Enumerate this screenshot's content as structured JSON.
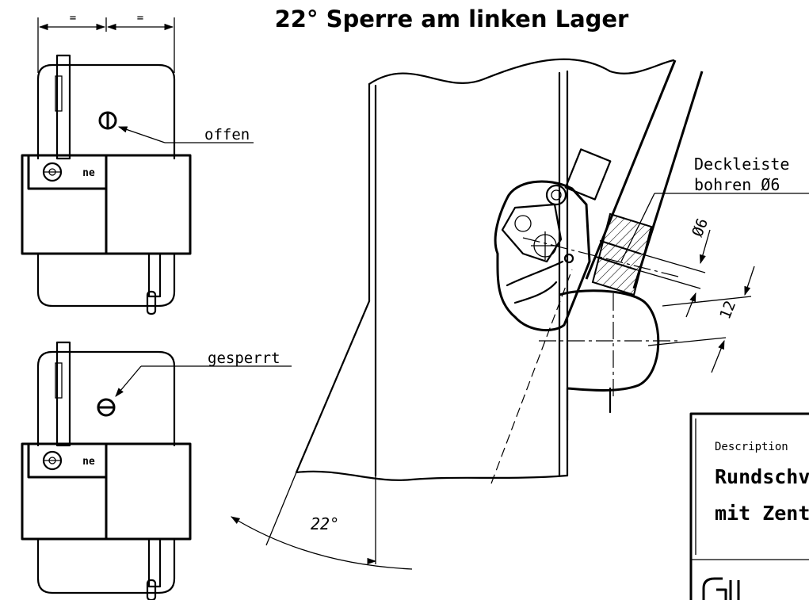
{
  "title": "22° Sperre am linken Lager",
  "labels": {
    "open": "offen",
    "locked": "gesperrt",
    "equal_left": "=",
    "equal_right": "=",
    "cover_strip_line1": "Deckleiste",
    "cover_strip_line2": "bohren Ø6",
    "diameter": "Ø6",
    "dim_12": "12",
    "angle": "22°"
  },
  "title_block": {
    "description_label": "Description",
    "description_line1": "Rundschv",
    "description_line2": "mit Zent"
  }
}
